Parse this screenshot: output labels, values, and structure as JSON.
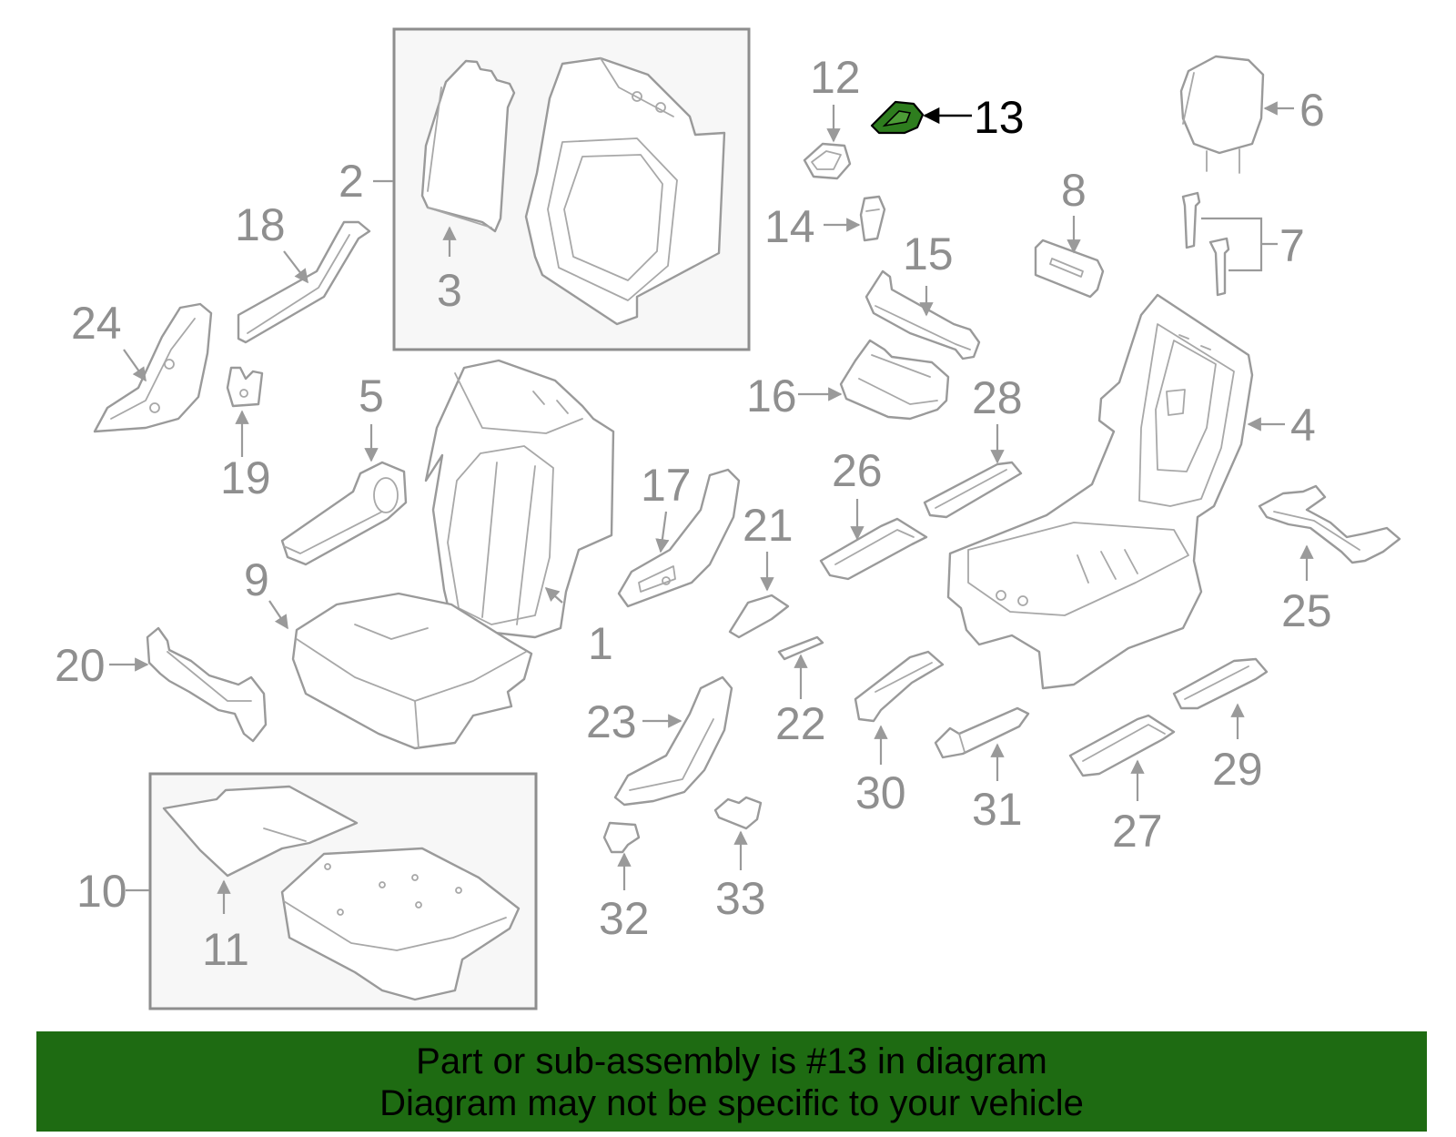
{
  "diagram": {
    "highlighted_part": "13",
    "labels": {
      "p1": "1",
      "p2": "2",
      "p3": "3",
      "p4": "4",
      "p5": "5",
      "p6": "6",
      "p7": "7",
      "p8": "8",
      "p9": "9",
      "p10": "10",
      "p11": "11",
      "p12": "12",
      "p13": "13",
      "p14": "14",
      "p15": "15",
      "p16": "16",
      "p17": "17",
      "p18": "18",
      "p19": "19",
      "p20": "20",
      "p21": "21",
      "p22": "22",
      "p23": "23",
      "p24": "24",
      "p25": "25",
      "p26": "26",
      "p27": "27",
      "p28": "28",
      "p29": "29",
      "p30": "30",
      "p31": "31",
      "p32": "32",
      "p33": "33"
    },
    "colors": {
      "highlight": "#2e7d1e",
      "banner": "#1e6b12",
      "line_art": "#9a9a9a"
    }
  },
  "banner": {
    "line1": "Part or sub-assembly is #13 in diagram",
    "line2": "Diagram may not be specific to your vehicle"
  }
}
